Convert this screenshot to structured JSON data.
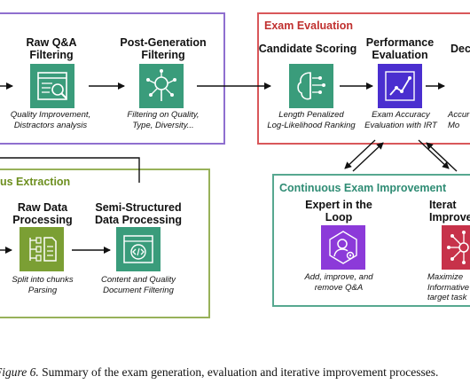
{
  "panels": {
    "generation_label": "",
    "exam_evaluation": "Exam Evaluation",
    "extraction": "us Extraction",
    "improvement": "Continuous Exam Improvement"
  },
  "stages": {
    "raw_qa": {
      "title": "Raw Q&A\nFiltering",
      "desc": "Quality Improvement,\nDistractors analysis",
      "icon": "document-magnifier-icon"
    },
    "post_gen": {
      "title": "Post-Generation\nFiltering",
      "desc": "Filtering on Quality,\nType, Diversity...",
      "icon": "funnel-network-icon"
    },
    "candidate": {
      "title": "Candidate Scoring",
      "desc": "Length Penalized\nLog-Likelihood Ranking",
      "icon": "brain-circuit-icon"
    },
    "performance": {
      "title": "Performance\nEvaluation",
      "desc": "Exam Accuracy\nEvaluation with IRT",
      "icon": "line-chart-icon"
    },
    "decision": {
      "title": "Deci",
      "desc": "Accur\nMo",
      "icon": ""
    },
    "raw_data": {
      "title": "Raw Data\nProcessing",
      "desc": "Split into chunks\nParsing",
      "icon": "document-split-icon"
    },
    "semi": {
      "title": "Semi-Structured\nData Processing",
      "desc": "Content and Quality\nDocument Filtering",
      "icon": "code-window-icon"
    },
    "expert": {
      "title": "Expert in the\nLoop",
      "desc": "Add, improve, and\nremove Q&A",
      "icon": "user-gear-icon"
    },
    "iterative": {
      "title": "Iterat\nImprove",
      "desc": "Maximize\nInformative\ntarget task",
      "icon": "network-hub-icon"
    }
  },
  "caption": {
    "figure_label": "Figure 6.",
    "text": " Summary of the exam generation, evaluation and iterative improvement processes."
  },
  "colors": {
    "purple_border": "#8f6fcf",
    "red_border": "#d9575a",
    "olive_border": "#98b15a",
    "teal_border": "#57a890",
    "purple_title": "#7a4fc9",
    "red_title": "#c0302f",
    "olive_title": "#6d8f1f",
    "teal_title": "#2f8c74",
    "icon_teal": "#3a9c7b",
    "icon_indigo": "#4a2fcf",
    "icon_olive": "#7b9f34",
    "icon_purple": "#8c3ad9",
    "icon_red": "#c7324a"
  }
}
